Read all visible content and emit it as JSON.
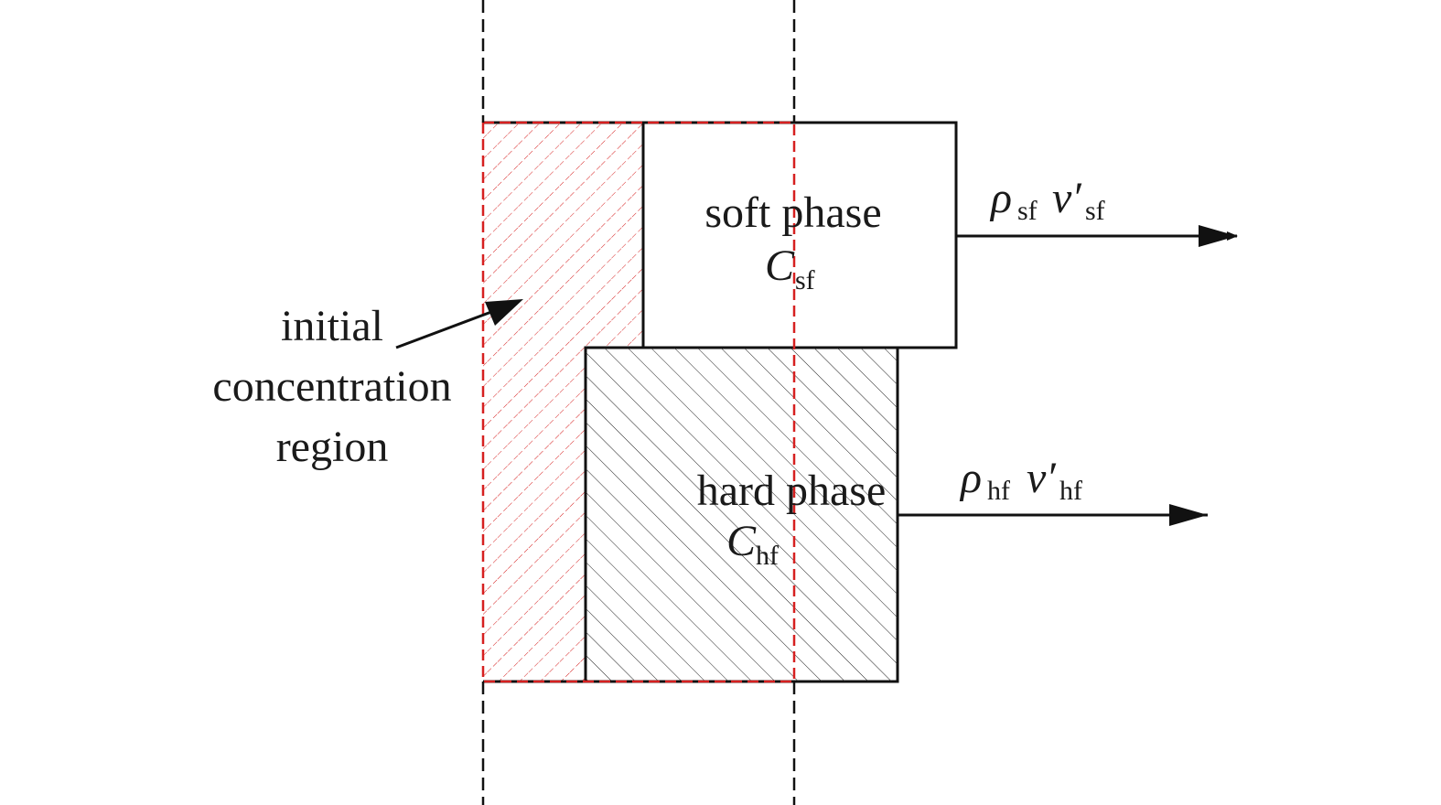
{
  "labels": {
    "initial_region": [
      "initial",
      "concentration",
      "region"
    ],
    "soft_phase": "soft phase",
    "soft_symbol": "C",
    "soft_symbol_sub": "sf",
    "hard_phase": "hard phase",
    "hard_symbol": "C",
    "hard_symbol_sub": "hf",
    "soft_flux": {
      "rho": "ρ",
      "rho_sub": "sf",
      "v": "v′",
      "v_sub": "sf"
    },
    "hard_flux": {
      "rho": "ρ",
      "rho_sub": "hf",
      "v": "v′",
      "v_sub": "hf"
    }
  },
  "colors": {
    "region": "#d62020",
    "line": "#111111"
  }
}
